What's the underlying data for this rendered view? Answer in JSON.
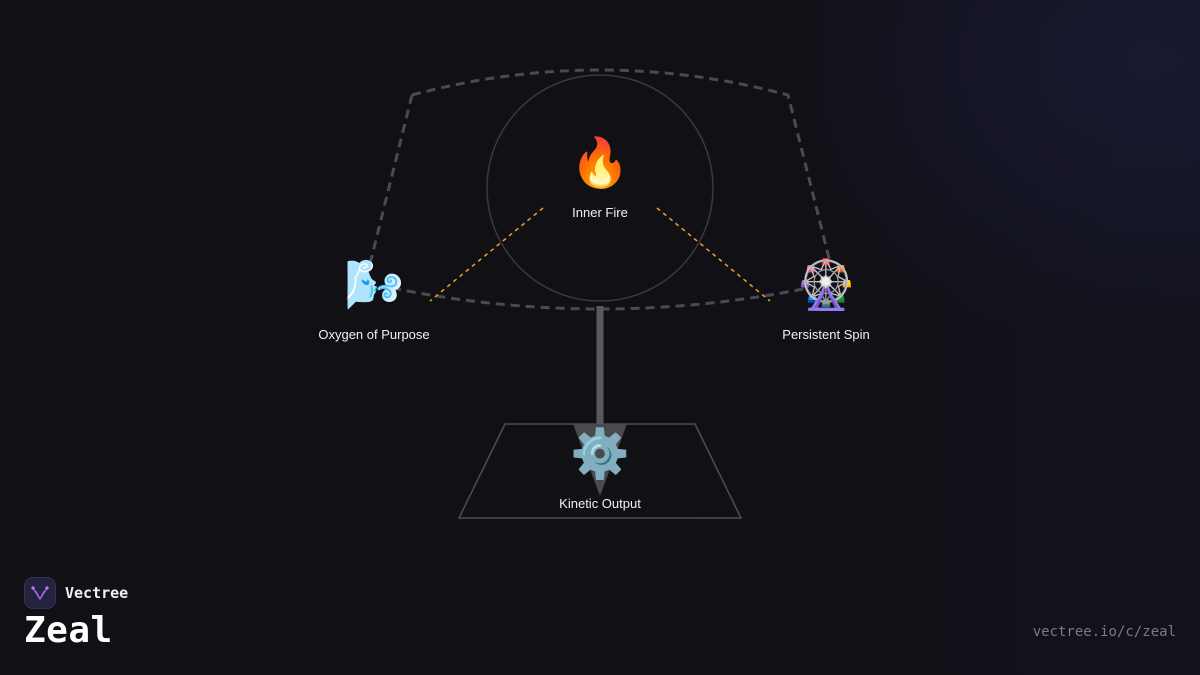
{
  "diagram": {
    "nodes": [
      {
        "id": "inner-fire",
        "icon": "🔥",
        "icon_name": "fire-icon",
        "label": "Inner Fire"
      },
      {
        "id": "oxygen",
        "icon": "🌬️",
        "icon_name": "wind-face-icon",
        "label": "Oxygen of Purpose"
      },
      {
        "id": "spin",
        "icon": "🎡",
        "icon_name": "ferris-wheel-icon",
        "label": "Persistent Spin"
      },
      {
        "id": "kinetic",
        "icon": "⚙️",
        "icon_name": "gear-icon",
        "label": "Kinetic Output"
      }
    ],
    "colors": {
      "dashed_outline": "#4a4a50",
      "orange_link": "#f0a020",
      "circle": "#3a3a40",
      "stem": "#5a5a5e",
      "funnel": "#4e4e52"
    }
  },
  "footer": {
    "brand": "Vectree",
    "title": "Zeal",
    "url": "vectree.io/c/zeal"
  }
}
